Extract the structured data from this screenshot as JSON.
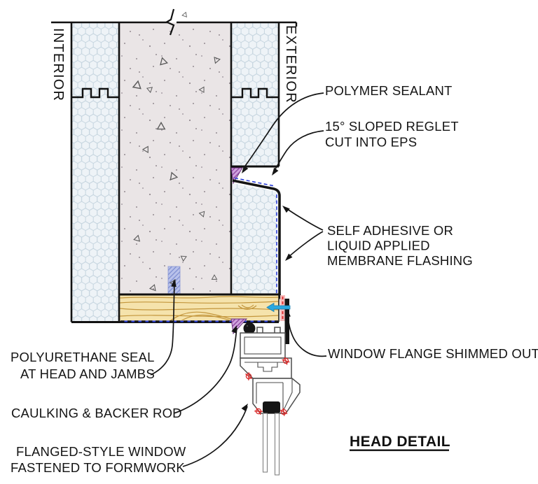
{
  "drawing": {
    "title": "HEAD DETAIL",
    "side_labels": {
      "left": "INTERIOR",
      "right": "EXTERIOR"
    },
    "callouts": {
      "polymer_sealant": {
        "lines": [
          "POLYMER SEALANT"
        ]
      },
      "sloped_reglet": {
        "lines": [
          "15° SLOPED REGLET",
          "CUT INTO EPS"
        ]
      },
      "membrane_flashing": {
        "lines": [
          "SELF ADHESIVE OR",
          "LIQUID APPLIED",
          "MEMBRANE FLASHING"
        ]
      },
      "window_flange": {
        "lines": [
          "WINDOW FLANGE SHIMMED OUT"
        ]
      },
      "polyurethane_seal": {
        "lines": [
          "POLYURETHANE SEAL",
          "AT HEAD AND JAMBS"
        ]
      },
      "caulking": {
        "lines": [
          "CAULKING & BACKER ROD"
        ]
      },
      "flanged_window": {
        "lines": [
          "FLANGED-STYLE WINDOW",
          "FASTENED TO FORMWORK"
        ]
      }
    },
    "colors": {
      "eps_fill": "#eef3f7",
      "eps_hatch": "#c2d2dd",
      "concrete_fill": "#eae5e6",
      "wood_fill": "#f5e3ac",
      "wood_grain": "#c3963c",
      "sealant_purple": "#cfa3de",
      "strip_blue": "#b9c2ea",
      "membrane_blue": "#2b3fd8",
      "screw_blue": "#29a8e0",
      "shim_pink": "#f6baba",
      "fastener_red": "#d92b2b",
      "line_black": "#141414"
    }
  }
}
